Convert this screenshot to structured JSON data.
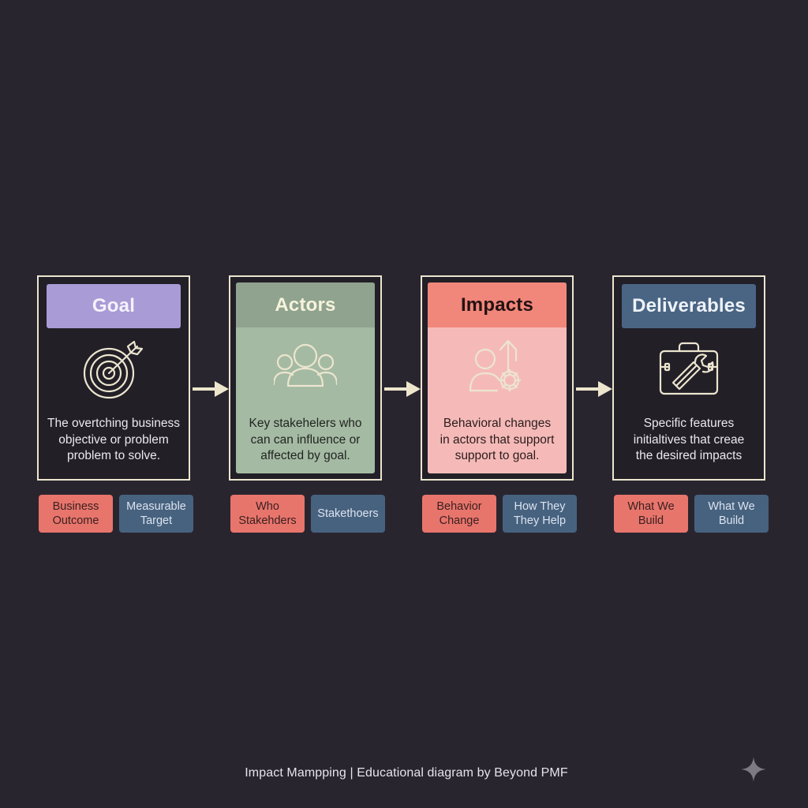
{
  "cards": [
    {
      "title": "Goal",
      "icon": "target-arrow-icon",
      "description": "The overtching business\nobjective or problem\nproblem to solve.",
      "header_color": "#a99bd6",
      "title_color": "#f5f2fb",
      "body_color": "#221f27",
      "text_color": "#ece8f0"
    },
    {
      "title": "Actors",
      "icon": "people-group-icon",
      "description": "Key stakehelers who\ncan can influence or\naffected by goal.",
      "header_color": "#8fa38f",
      "title_color": "#f7f3dc",
      "body_color": "#a5baa3",
      "text_color": "#1f2420"
    },
    {
      "title": "Impacts",
      "icon": "person-gear-arrow-icon",
      "description": "Behavioral changes\nin actors that support\nsupport to goal.",
      "header_color": "#f1867b",
      "title_color": "#241212",
      "body_color": "#f5bab8",
      "text_color": "#2b1c1c"
    },
    {
      "title": "Deliverables",
      "icon": "toolbox-wrench-icon",
      "description": "Specific features\ninitialtives that creae\nthe desired impacts",
      "header_color": "#4a6584",
      "title_color": "#eef2f8",
      "body_color": "#221f27",
      "text_color": "#ece8f0"
    }
  ],
  "tags": [
    [
      "Business\nOutcome",
      "Measurable\nTarget"
    ],
    [
      "Who\nStakehders",
      "Stakethoers"
    ],
    [
      "Behavior\nChange",
      "How They\nThey Help"
    ],
    [
      "What We\nBuild",
      "What We\nBuild"
    ]
  ],
  "colors": {
    "background": "#29252f",
    "card_border": "#ece5cf",
    "arrow": "#ede6cc",
    "tag_red": "#e8756c",
    "tag_blue": "#47627f"
  },
  "footer": "Impact Mampping | Educational diagram by Beyond PMF",
  "watermark_icon": "sparkle-icon"
}
